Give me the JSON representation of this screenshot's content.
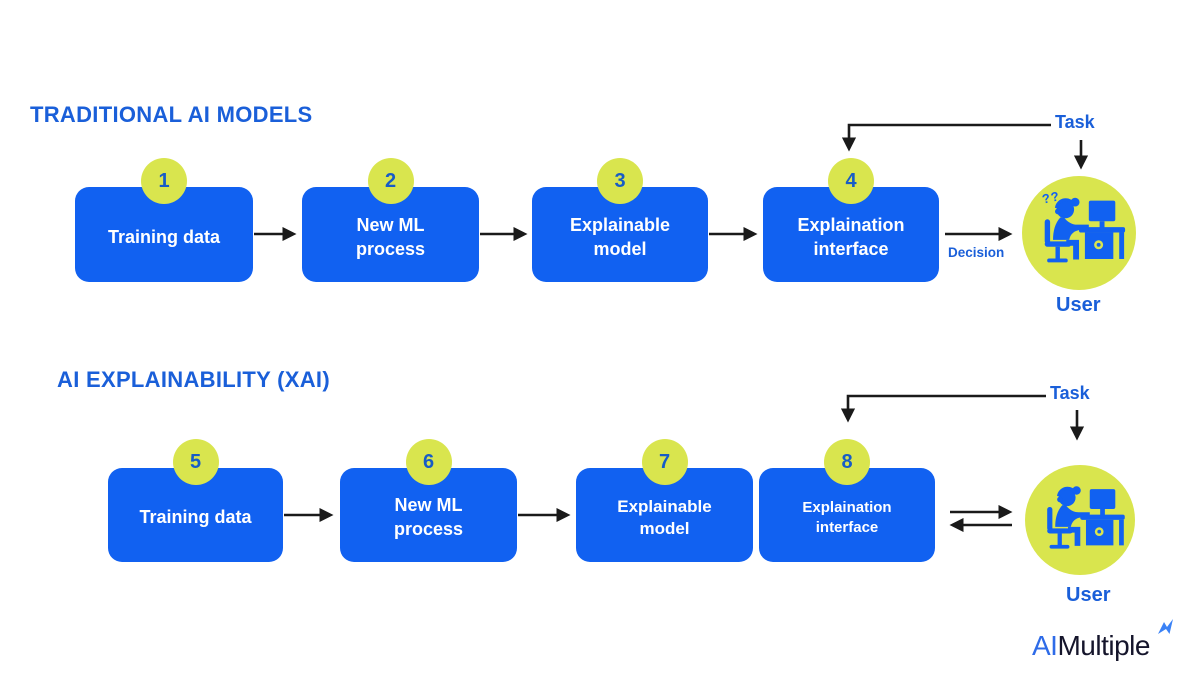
{
  "colors": {
    "box_blue": "#1161F1",
    "badge_green": "#D9E54E",
    "number_blue": "#175CC6",
    "heading_blue": "#1A5FD9",
    "arrow_black": "#1a1a1a",
    "box_text_white": "#ffffff",
    "logo_blue": "#2E6BE8",
    "logo_dark": "#15152B"
  },
  "sections": [
    {
      "heading": "TRADITIONAL AI MODELS",
      "boxes": [
        {
          "number": "1",
          "label": "Training data"
        },
        {
          "number": "2",
          "label": "New ML\nprocess"
        },
        {
          "number": "3",
          "label": "Explainable\nmodel"
        },
        {
          "number": "4",
          "label": "Explaination\ninterface"
        }
      ],
      "task_label": "Task",
      "decision_label": "Decision",
      "user_label": "User",
      "user_annotation": "??"
    },
    {
      "heading": "AI EXPLAINABILITY (XAI)",
      "boxes": [
        {
          "number": "5",
          "label": "Training data"
        },
        {
          "number": "6",
          "label": "New ML\nprocess"
        },
        {
          "number": "7",
          "label": "Explainable\nmodel"
        },
        {
          "number": "8",
          "label": "Explaination\ninterface"
        }
      ],
      "task_label": "Task",
      "user_label": "User"
    }
  ],
  "logo": {
    "prefix": "AI",
    "name": "Multiple"
  }
}
